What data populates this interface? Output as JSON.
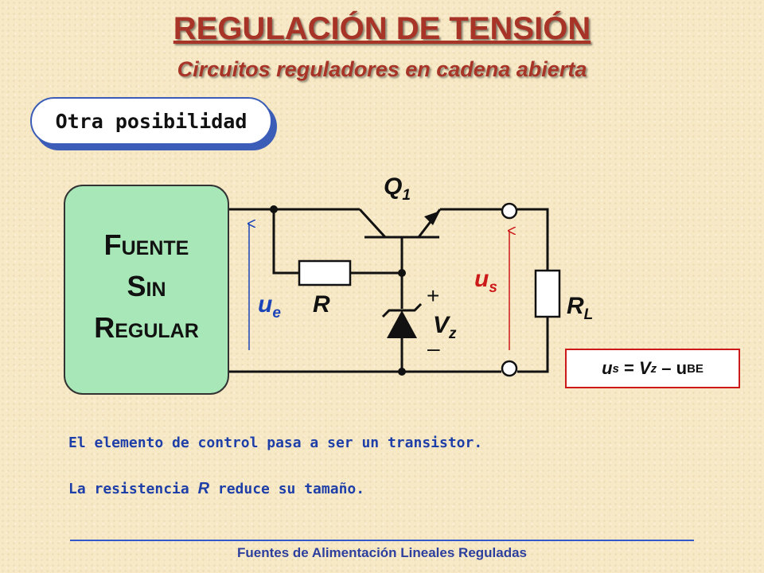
{
  "header": {
    "title": "REGULACIÓN DE TENSIÓN",
    "subtitle": "Circuitos reguladores en cadena abierta"
  },
  "badge": {
    "label": "Otra posibilidad"
  },
  "source_block": {
    "line1_cap": "F",
    "line1_rest": "UENTE",
    "line2_cap": "S",
    "line2_rest": "IN",
    "line3_cap": "R",
    "line3_rest": "EGULAR"
  },
  "labels": {
    "transistor_main": "Q",
    "transistor_sub": "1",
    "resistor": "R",
    "load_main": "R",
    "load_sub": "L",
    "input_voltage_main": "u",
    "input_voltage_sub": "e",
    "output_voltage_main": "u",
    "output_voltage_sub": "s",
    "zener_main": "V",
    "zener_sub": "z",
    "plus": "+",
    "minus": "–"
  },
  "formula": {
    "lhs_main": "u",
    "lhs_sub": "s",
    "eq": " = ",
    "v_main": "V",
    "v_sub": "z",
    "op": " – ",
    "u_main": "u",
    "u_sub": "BE"
  },
  "notes": [
    {
      "text": "El elemento de control pasa a ser un transistor."
    },
    {
      "pre": "La resistencia ",
      "em": "R",
      "post": " reduce su tamaño."
    }
  ],
  "footer": {
    "text": "Fuentes de Alimentación Lineales Reguladas"
  },
  "colors": {
    "accent_red": "#a83428",
    "arrow_red": "#cc1a1a",
    "blue": "#1a44b8",
    "source_fill": "#a8e8b8"
  }
}
